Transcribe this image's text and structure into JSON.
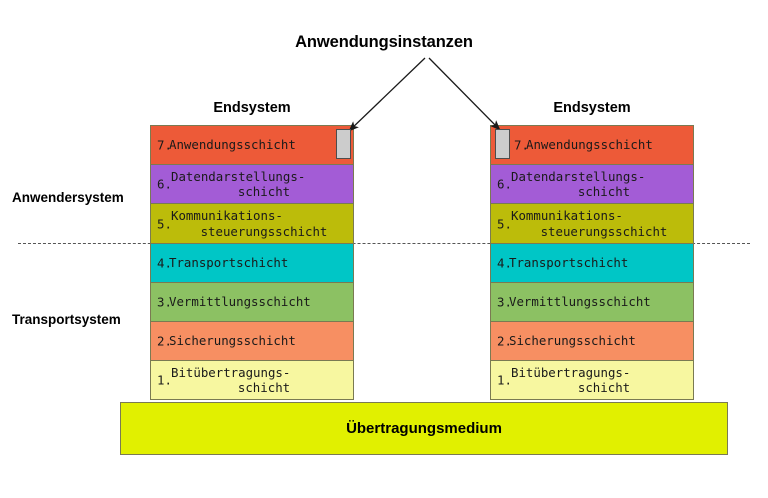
{
  "diagram": {
    "title": "Anwendungsinstanzen",
    "endsystem_label": "Endsystem",
    "side_labels": {
      "upper": "Anwendersystem",
      "lower": "Transportsystem"
    },
    "medium_label": "Übertragungsmedium",
    "medium_color": "#e1f000",
    "instance_box_color": "#cccccc",
    "divider_color": "#555555",
    "layers": [
      {
        "number": "7.",
        "name": "Anwendungsschicht",
        "line1": "Anwendungsschicht",
        "line2": "",
        "color": "#ed5a38",
        "group": "Anwendersystem"
      },
      {
        "number": "6.",
        "name": "Datendarstellungsschicht",
        "line1": "Datendarstellungs-",
        "line2": "schicht",
        "color": "#a濃"
      },
      {
        "number": "5.",
        "name": "Kommunikationssteuerungsschicht",
        "line1": "Kommunikations-",
        "line2": "steuerungsschicht",
        "color": "#bcbc0a",
        "group": "Anwendersystem"
      },
      {
        "number": "4.",
        "name": "Transportschicht",
        "line1": "Transportschicht",
        "line2": "",
        "color": "#00c6c6",
        "group": "Transportsystem"
      },
      {
        "number": "3.",
        "name": "Vermittlungsschicht",
        "line1": "Vermittlungsschicht",
        "line2": "",
        "color": "#8cc163",
        "group": "Transportsystem"
      },
      {
        "number": "2.",
        "name": "Sicherungsschicht",
        "line1": "Sicherungsschicht",
        "line2": "",
        "color": "#f78f62",
        "group": "Transportsystem"
      },
      {
        "number": "1.",
        "name": "Bitübertragungsschicht",
        "line1": "Bitübertragungs-",
        "line2": "schicht",
        "color": "#f7f7a0",
        "group": "Transportsystem"
      }
    ],
    "layer_colors": {
      "l7": "#ed5a38",
      "l6": "#a35cd6",
      "l5": "#bcbc0a",
      "l4": "#00c6c6",
      "l3": "#8cc163",
      "l2": "#f78f62",
      "l1": "#f7f7a0"
    },
    "layer_numbers": {
      "l7": "7.",
      "l6": "6.",
      "l5": "5.",
      "l4": "4.",
      "l3": "3.",
      "l2": "2.",
      "l1": "1."
    },
    "layer_line1": {
      "l7": "Anwendungsschicht",
      "l6": "Datendarstellungs-",
      "l5": "Kommunikations-",
      "l4": "Transportschicht",
      "l3": "Vermittlungsschicht",
      "l2": "Sicherungsschicht",
      "l1": "Bitübertragungs-"
    },
    "layer_line2": {
      "l6": "schicht",
      "l5": "steuerungsschicht",
      "l1": "schicht"
    }
  }
}
